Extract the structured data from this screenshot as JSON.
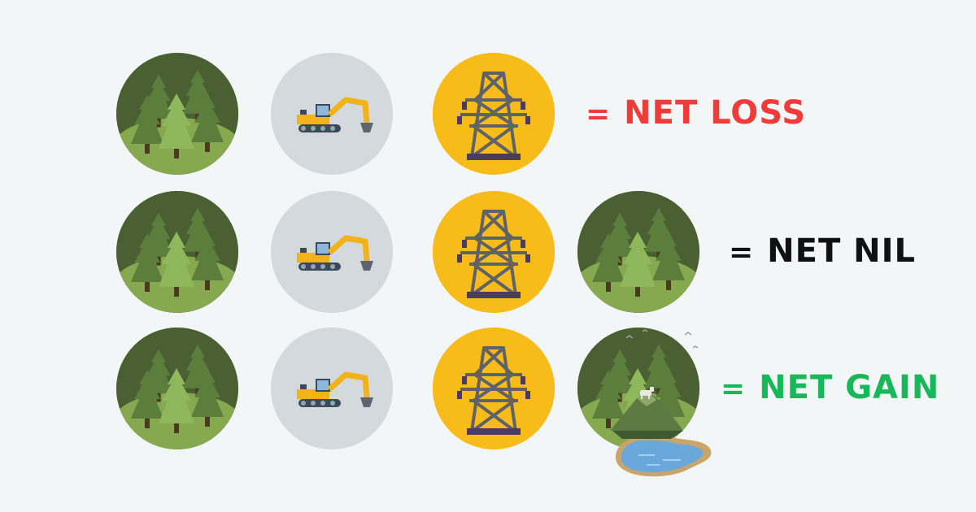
{
  "rows": [
    {
      "eq": "=",
      "label": "NET LOSS",
      "color": "#f03c38"
    },
    {
      "eq": "=",
      "label": "NET NIL",
      "color": "#111111"
    },
    {
      "eq": "=",
      "label": "NET GAIN",
      "color": "#18b85a"
    }
  ],
  "icons": {
    "forest": "forest-icon",
    "excavator": "excavator-icon",
    "pylon": "power-pylon-icon",
    "habitat": "lake-mountain-habitat-icon"
  },
  "colors": {
    "background": "#f3f6f7",
    "forest_circle": "#4a5f32",
    "excavator_circle": "#d3d9dc",
    "pylon_circle": "#f7bb1a"
  }
}
